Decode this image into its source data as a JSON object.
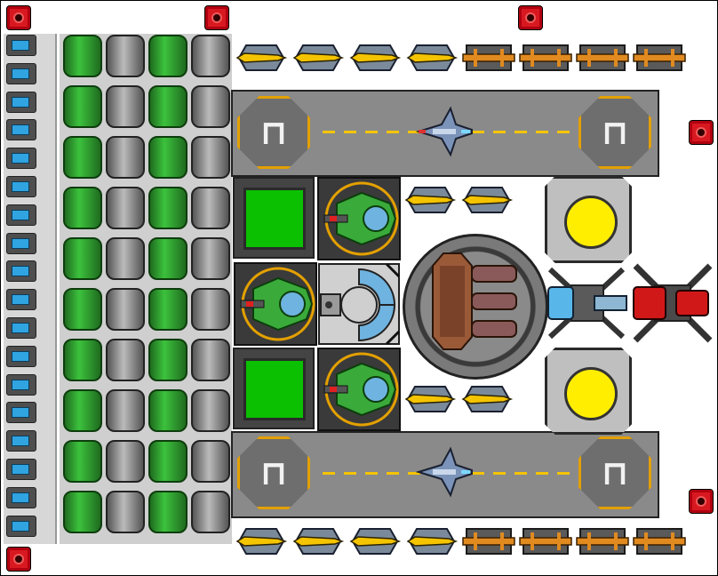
{
  "board": {
    "pad_marking": "⊓",
    "colors": {
      "tank_green": "#3cc23c",
      "runway": "#8a8a8a",
      "pad_border": "#e3a000",
      "reactor_core": "#ffee00",
      "sensor_red": "#d81820",
      "factory_screen": "#0ac000",
      "missile_yellow": "#f5c400"
    }
  },
  "sensors": [
    {
      "icon": "red-sensor-icon"
    },
    {
      "icon": "red-sensor-icon"
    },
    {
      "icon": "red-sensor-icon"
    },
    {
      "icon": "red-sensor-icon"
    },
    {
      "icon": "red-sensor-icon"
    },
    {
      "icon": "red-sensor-icon"
    }
  ],
  "runways": [
    {
      "name": "runway-top"
    },
    {
      "name": "runway-bottom"
    }
  ],
  "missile_racks": {
    "top_yellow": 4,
    "top_orange": 4,
    "bottom_yellow": 4,
    "bottom_orange": 4,
    "mid_upper_yellow": 2,
    "mid_lower_yellow": 2
  },
  "power_cells": 18,
  "tank_rows": 10
}
